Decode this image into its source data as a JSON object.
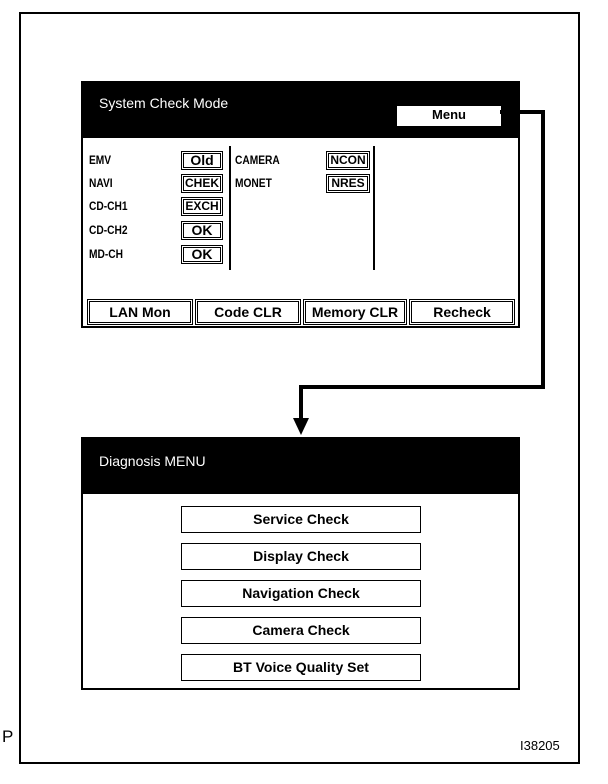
{
  "system_check": {
    "title": "System Check Mode",
    "menu_label": "Menu",
    "left_rows": [
      {
        "label": "EMV",
        "status": "Old"
      },
      {
        "label": "NAVI",
        "status": "CHEK"
      },
      {
        "label": "CD-CH1",
        "status": "EXCH"
      },
      {
        "label": "CD-CH2",
        "status": "OK"
      },
      {
        "label": "MD-CH",
        "status": "OK"
      }
    ],
    "right_rows": [
      {
        "label": "CAMERA",
        "status": "NCON"
      },
      {
        "label": "MONET",
        "status": "NRES"
      }
    ],
    "bottom_buttons": [
      "LAN Mon",
      "Code CLR",
      "Memory CLR",
      "Recheck"
    ]
  },
  "diagnosis": {
    "title": "Diagnosis MENU",
    "items": [
      "Service Check",
      "Display Check",
      "Navigation Check",
      "Camera Check",
      "BT Voice Quality Set"
    ]
  },
  "figure": {
    "corner_letter": "P",
    "id": "I38205"
  }
}
